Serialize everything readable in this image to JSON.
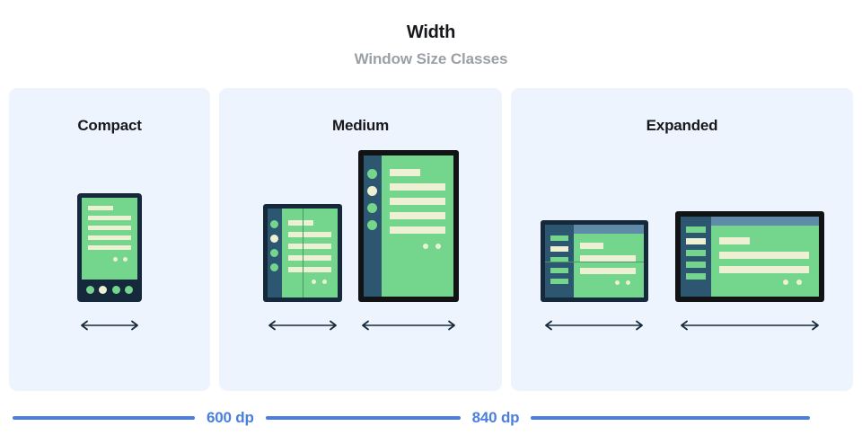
{
  "header": {
    "title": "Width",
    "subtitle": "Window Size Classes"
  },
  "cards": [
    {
      "id": "compact",
      "title": "Compact",
      "devices": [
        "phone"
      ]
    },
    {
      "id": "medium",
      "title": "Medium",
      "devices": [
        "foldable-portrait",
        "tablet-portrait"
      ]
    },
    {
      "id": "expanded",
      "title": "Expanded",
      "devices": [
        "foldable-landscape",
        "tablet-landscape"
      ]
    }
  ],
  "scale": {
    "breakpoints": [
      "600 dp",
      "840 dp"
    ]
  },
  "colors": {
    "card_background": "#eef4fd",
    "device_frame_dark": "#16293c",
    "device_frame_black": "#111315",
    "screen_green": "#74d68d",
    "screen_line_cream": "#eef0d3",
    "nav_rail_blue": "#2d5670",
    "top_bar_blue": "#5f8aa8",
    "accent_blue": "#4a7fe0",
    "title_text": "#16181c",
    "subtitle_text": "#9aa0a6"
  }
}
